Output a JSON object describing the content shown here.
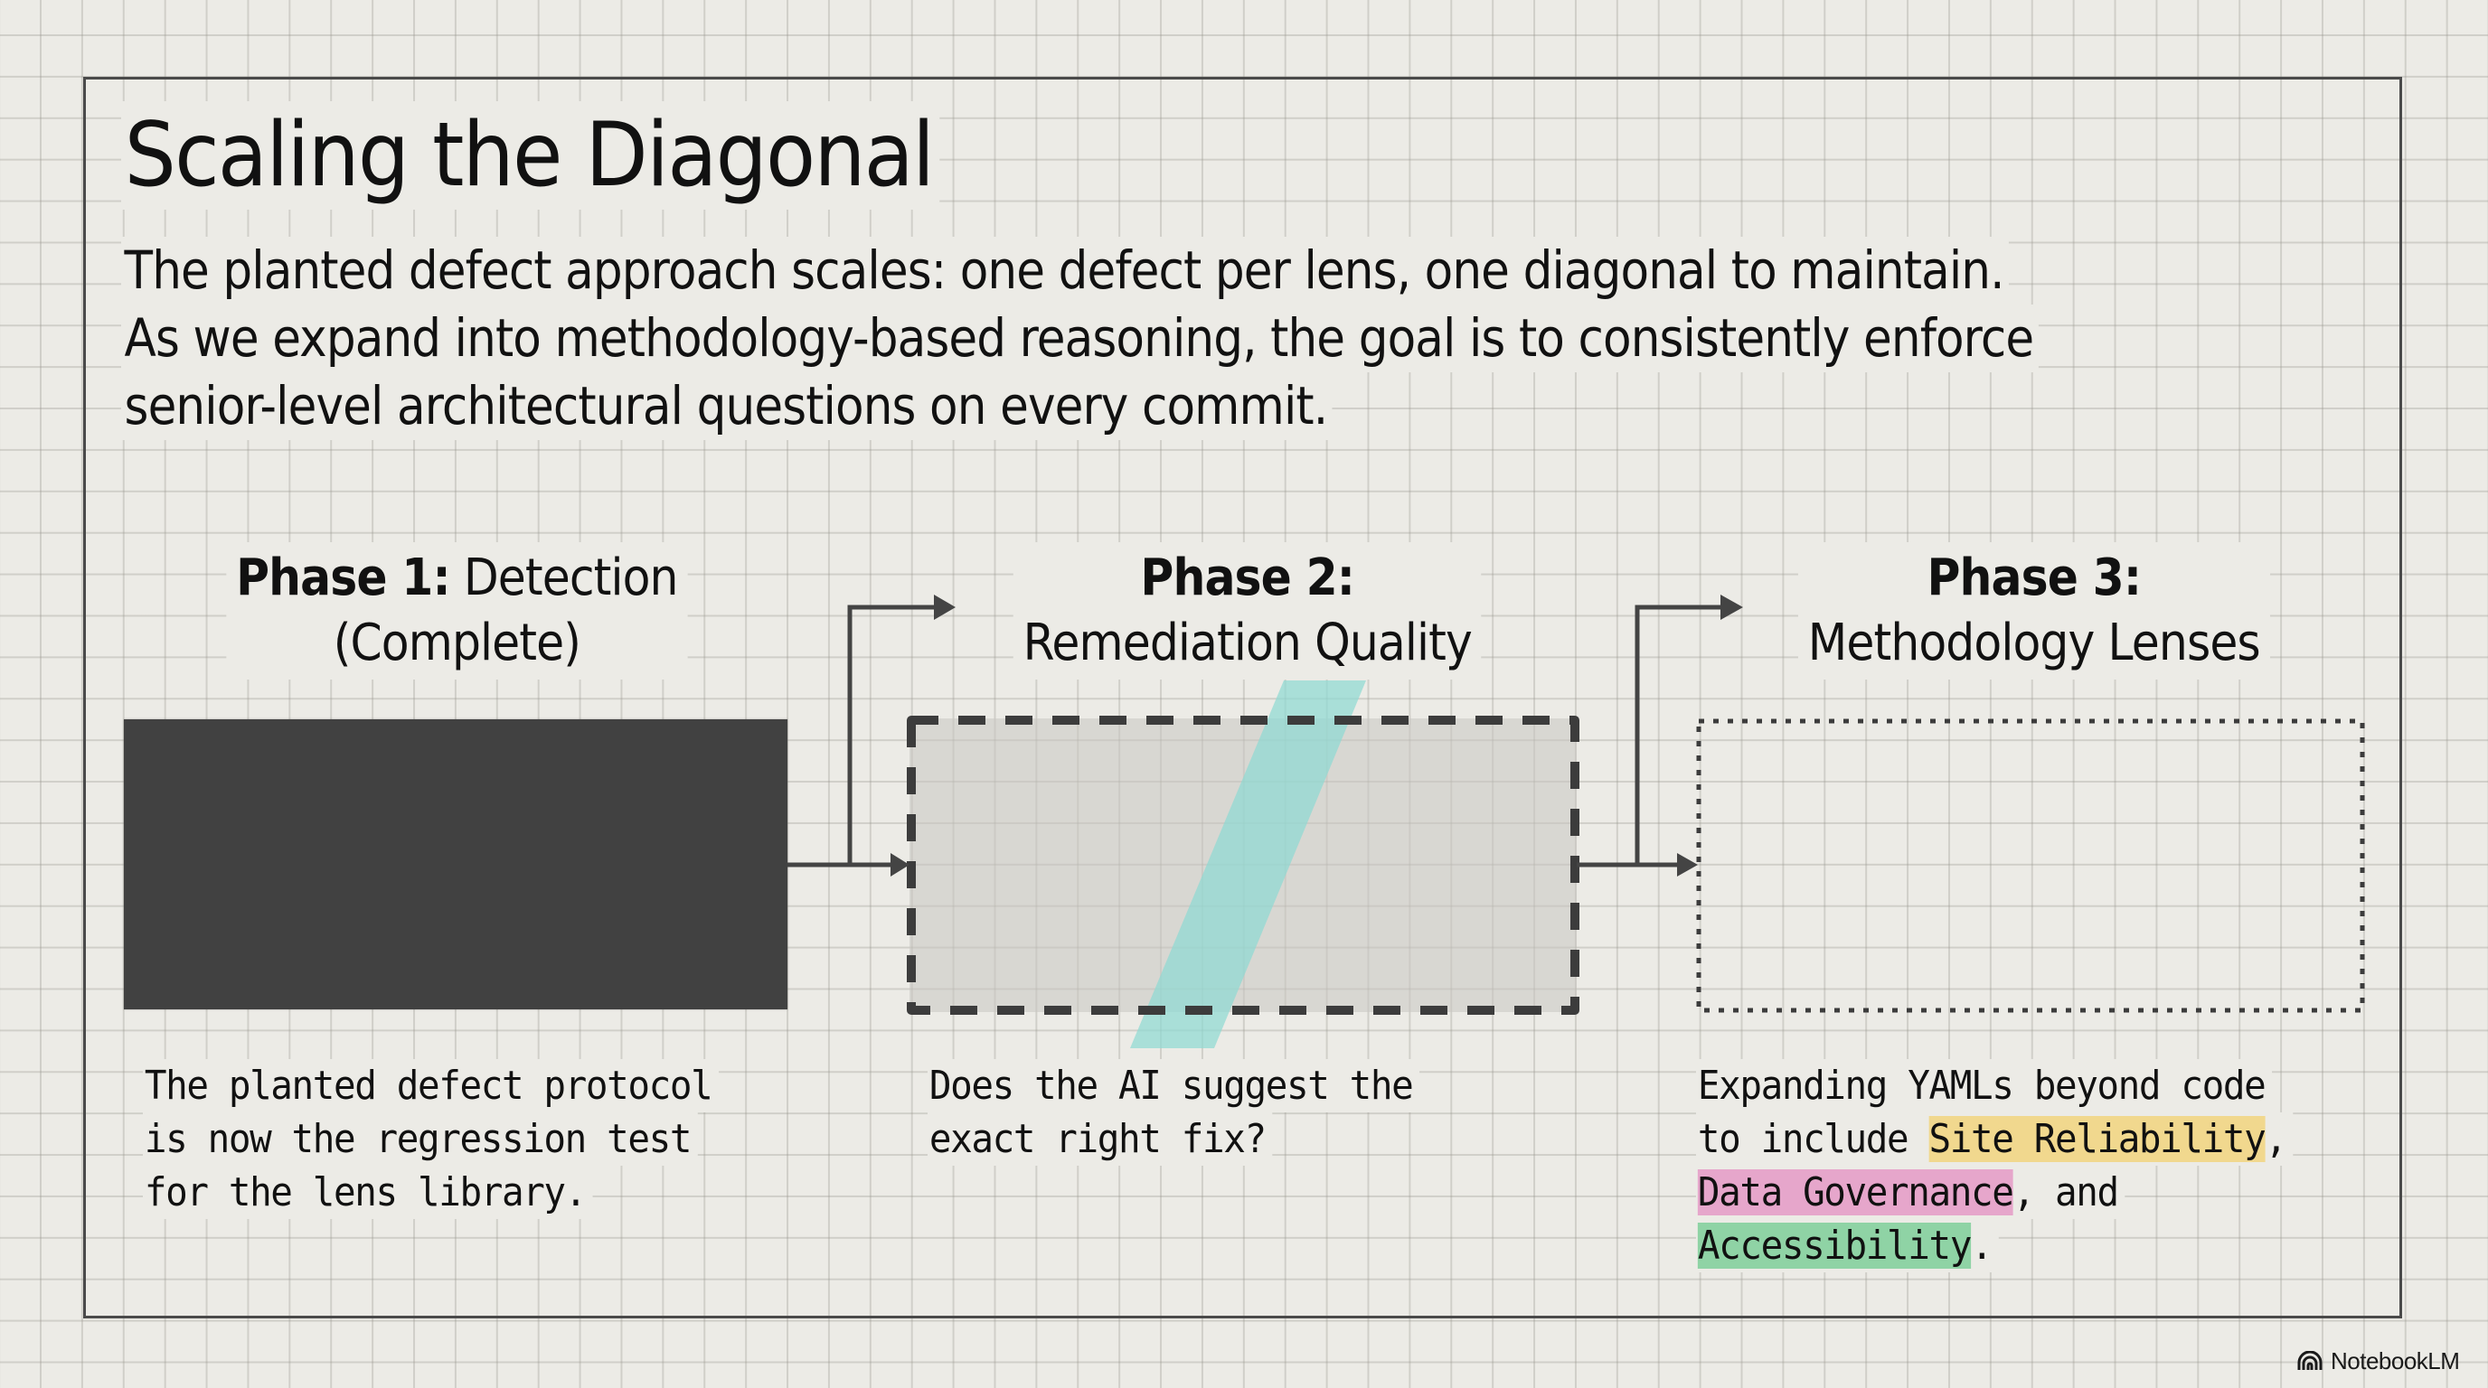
{
  "slide": {
    "title": "Scaling the Diagonal",
    "subtitle_lines": [
      "The planted defect approach scales: one defect per lens, one diagonal to maintain.",
      "As we expand into methodology-based reasoning, the goal is to consistently enforce",
      "senior-level architectural questions on every commit."
    ]
  },
  "phases": [
    {
      "label_bold": "Phase 1:",
      "label_rest": "Detection",
      "label_line2": "(Complete)",
      "box_style": "solid-filled",
      "description_lines": [
        "The planted defect protocol",
        "is now the regression test",
        "for the lens library."
      ]
    },
    {
      "label_bold": "Phase 2:",
      "label_line2": "Remediation Quality",
      "box_style": "dashed-gray",
      "description_lines": [
        "Does the AI suggest the",
        "exact right fix?"
      ]
    },
    {
      "label_bold": "Phase 3:",
      "label_line2": "Methodology Lenses",
      "box_style": "dotted-empty",
      "description": {
        "line1": "Expanding YAMLs beyond code",
        "line2_prefix": "to include ",
        "highlight_1": "Site Reliability",
        "line2_suffix": ",",
        "highlight_2": "Data Governance",
        "line3_suffix": ", and",
        "highlight_3": "Accessibility",
        "line4_suffix": "."
      }
    }
  ],
  "colors": {
    "background": "#ecebe6",
    "frame": "#4a4a4a",
    "phase1_fill": "#414141",
    "phase2_fill": "#dcdbd6",
    "diagonal_band": "#8fdad3",
    "highlight_site_reliability": "#f1d88e",
    "highlight_data_governance": "#e6a6cb",
    "highlight_accessibility": "#8fd3a5"
  },
  "branding": {
    "logo_text": "NotebookLM",
    "logo_icon": "notebooklm-icon"
  }
}
